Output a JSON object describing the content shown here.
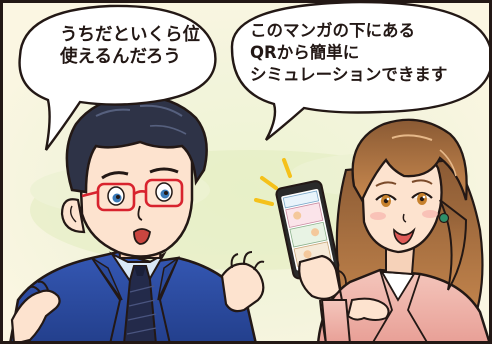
{
  "panel": {
    "speech_left": {
      "lines": [
        "うちだといくら位",
        "使えるんだろう"
      ]
    },
    "speech_right": {
      "lines": [
        "このマンガの下にある",
        "QRから簡単に",
        "シミュレーションできます"
      ]
    }
  },
  "colors": {
    "background_top": "#fbf6df",
    "background_glow": "#e6efc4",
    "suit": "#2f4fa8",
    "suit_shadow": "#1f3578",
    "tie": "#232a4a",
    "glasses": "#d8232e",
    "woman_hair": "#b97a4a",
    "woman_jacket": "#f0b9b0",
    "skin": "#fde3cf",
    "outline": "#231815"
  }
}
